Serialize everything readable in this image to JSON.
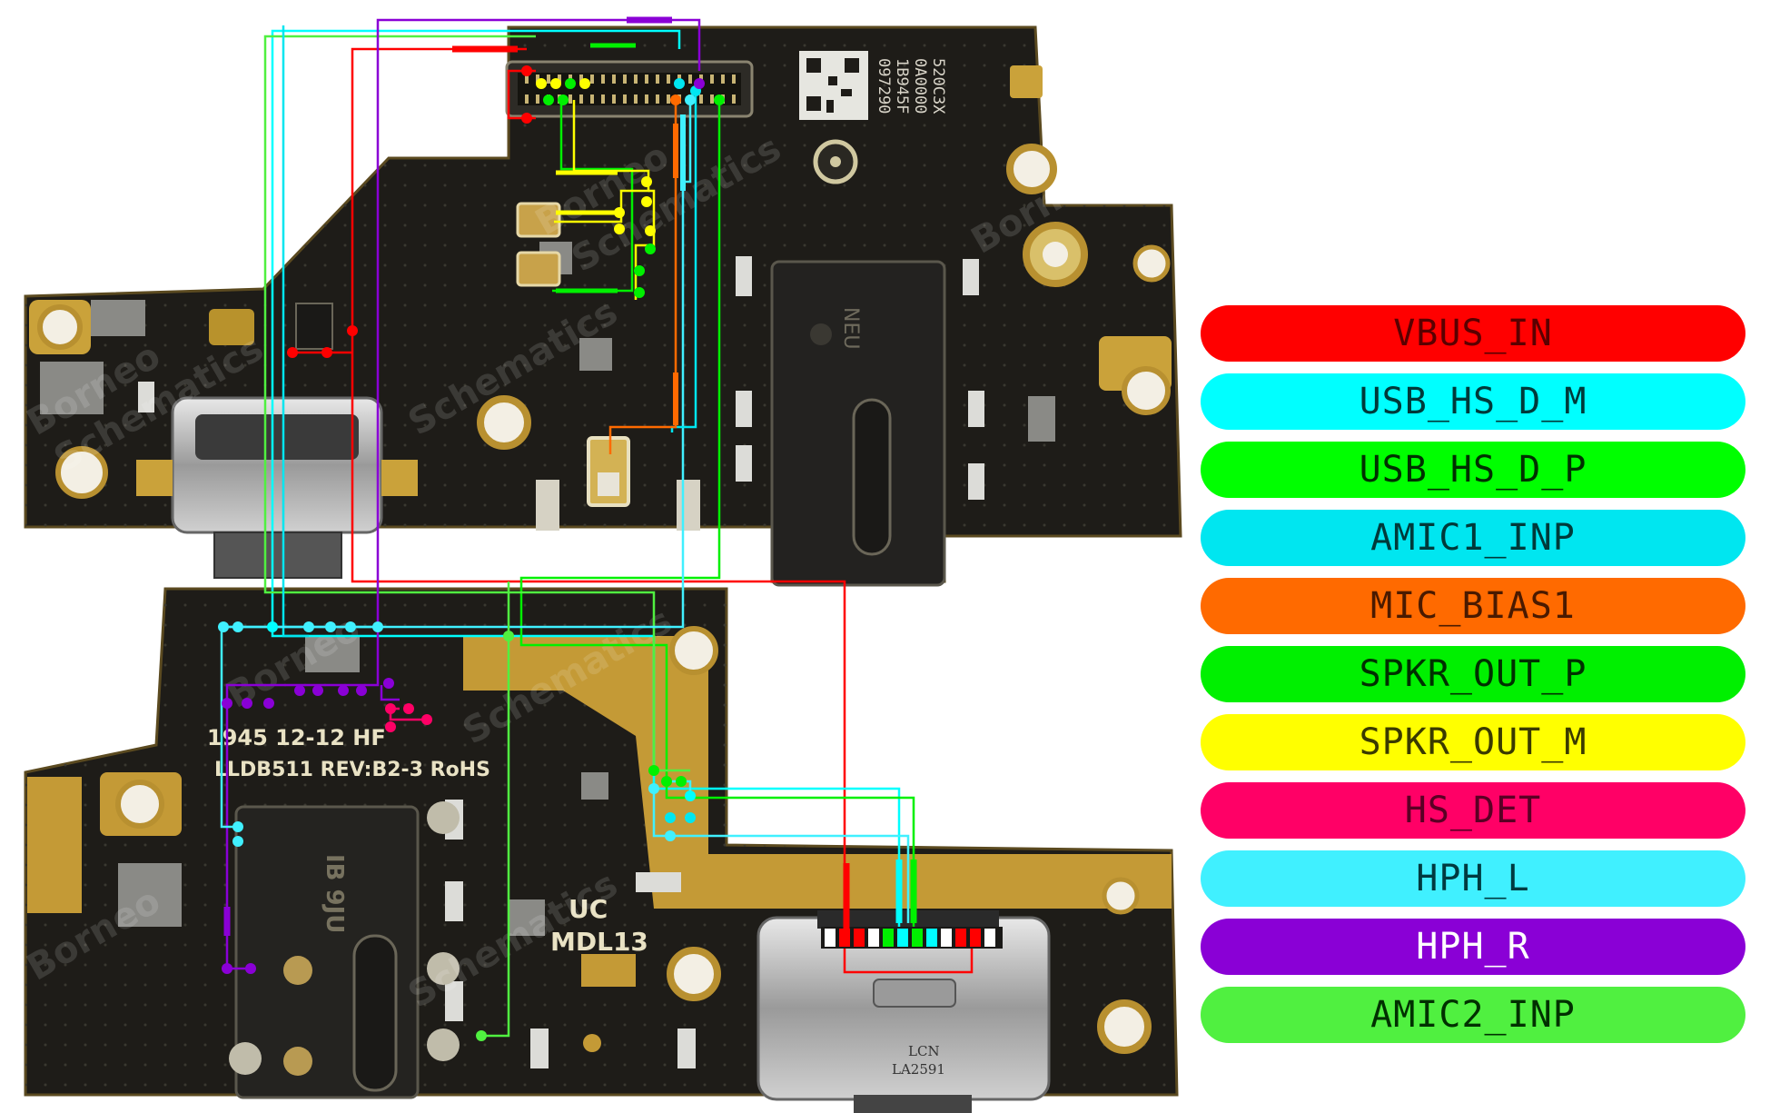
{
  "legend": [
    {
      "label": "VBUS_IN",
      "bg": "#ff0000",
      "fg": "#5a0000"
    },
    {
      "label": "USB_HS_D_M",
      "bg": "#00ffff",
      "fg": "#003a3a"
    },
    {
      "label": "USB_HS_D_P",
      "bg": "#00ff00",
      "fg": "#003000"
    },
    {
      "label": "AMIC1_INP",
      "bg": "#00e6f0",
      "fg": "#003a3a"
    },
    {
      "label": "MIC_BIAS1",
      "bg": "#ff6a00",
      "fg": "#4a1a00"
    },
    {
      "label": "SPKR_OUT_P",
      "bg": "#00f000",
      "fg": "#003000"
    },
    {
      "label": "SPKR_OUT_M",
      "bg": "#ffff00",
      "fg": "#3a3a00"
    },
    {
      "label": "HS_DET",
      "bg": "#ff0066",
      "fg": "#5a0024"
    },
    {
      "label": "HPH_L",
      "bg": "#40f0ff",
      "fg": "#003a40"
    },
    {
      "label": "HPH_R",
      "bg": "#8a00d6",
      "fg": "#ffffff"
    },
    {
      "label": "AMIC2_INP",
      "bg": "#50f040",
      "fg": "#003000"
    }
  ],
  "board_top": {
    "part_code": [
      "520C3X",
      "0A0000",
      "1B945F",
      "097290"
    ],
    "jack_marking": "NEU"
  },
  "board_bottom": {
    "silk_line1": "1945  12-12 HF",
    "silk_line2": "LLDB511 REV:B2-3 RoHS",
    "ul_mark": "UC",
    "model_mark": "MDL13",
    "jack_marking": "IB 9JU",
    "usb_marking_1": "LCN",
    "usb_marking_2": "LA2591"
  },
  "watermark": [
    "Borneo",
    "Schematics"
  ]
}
